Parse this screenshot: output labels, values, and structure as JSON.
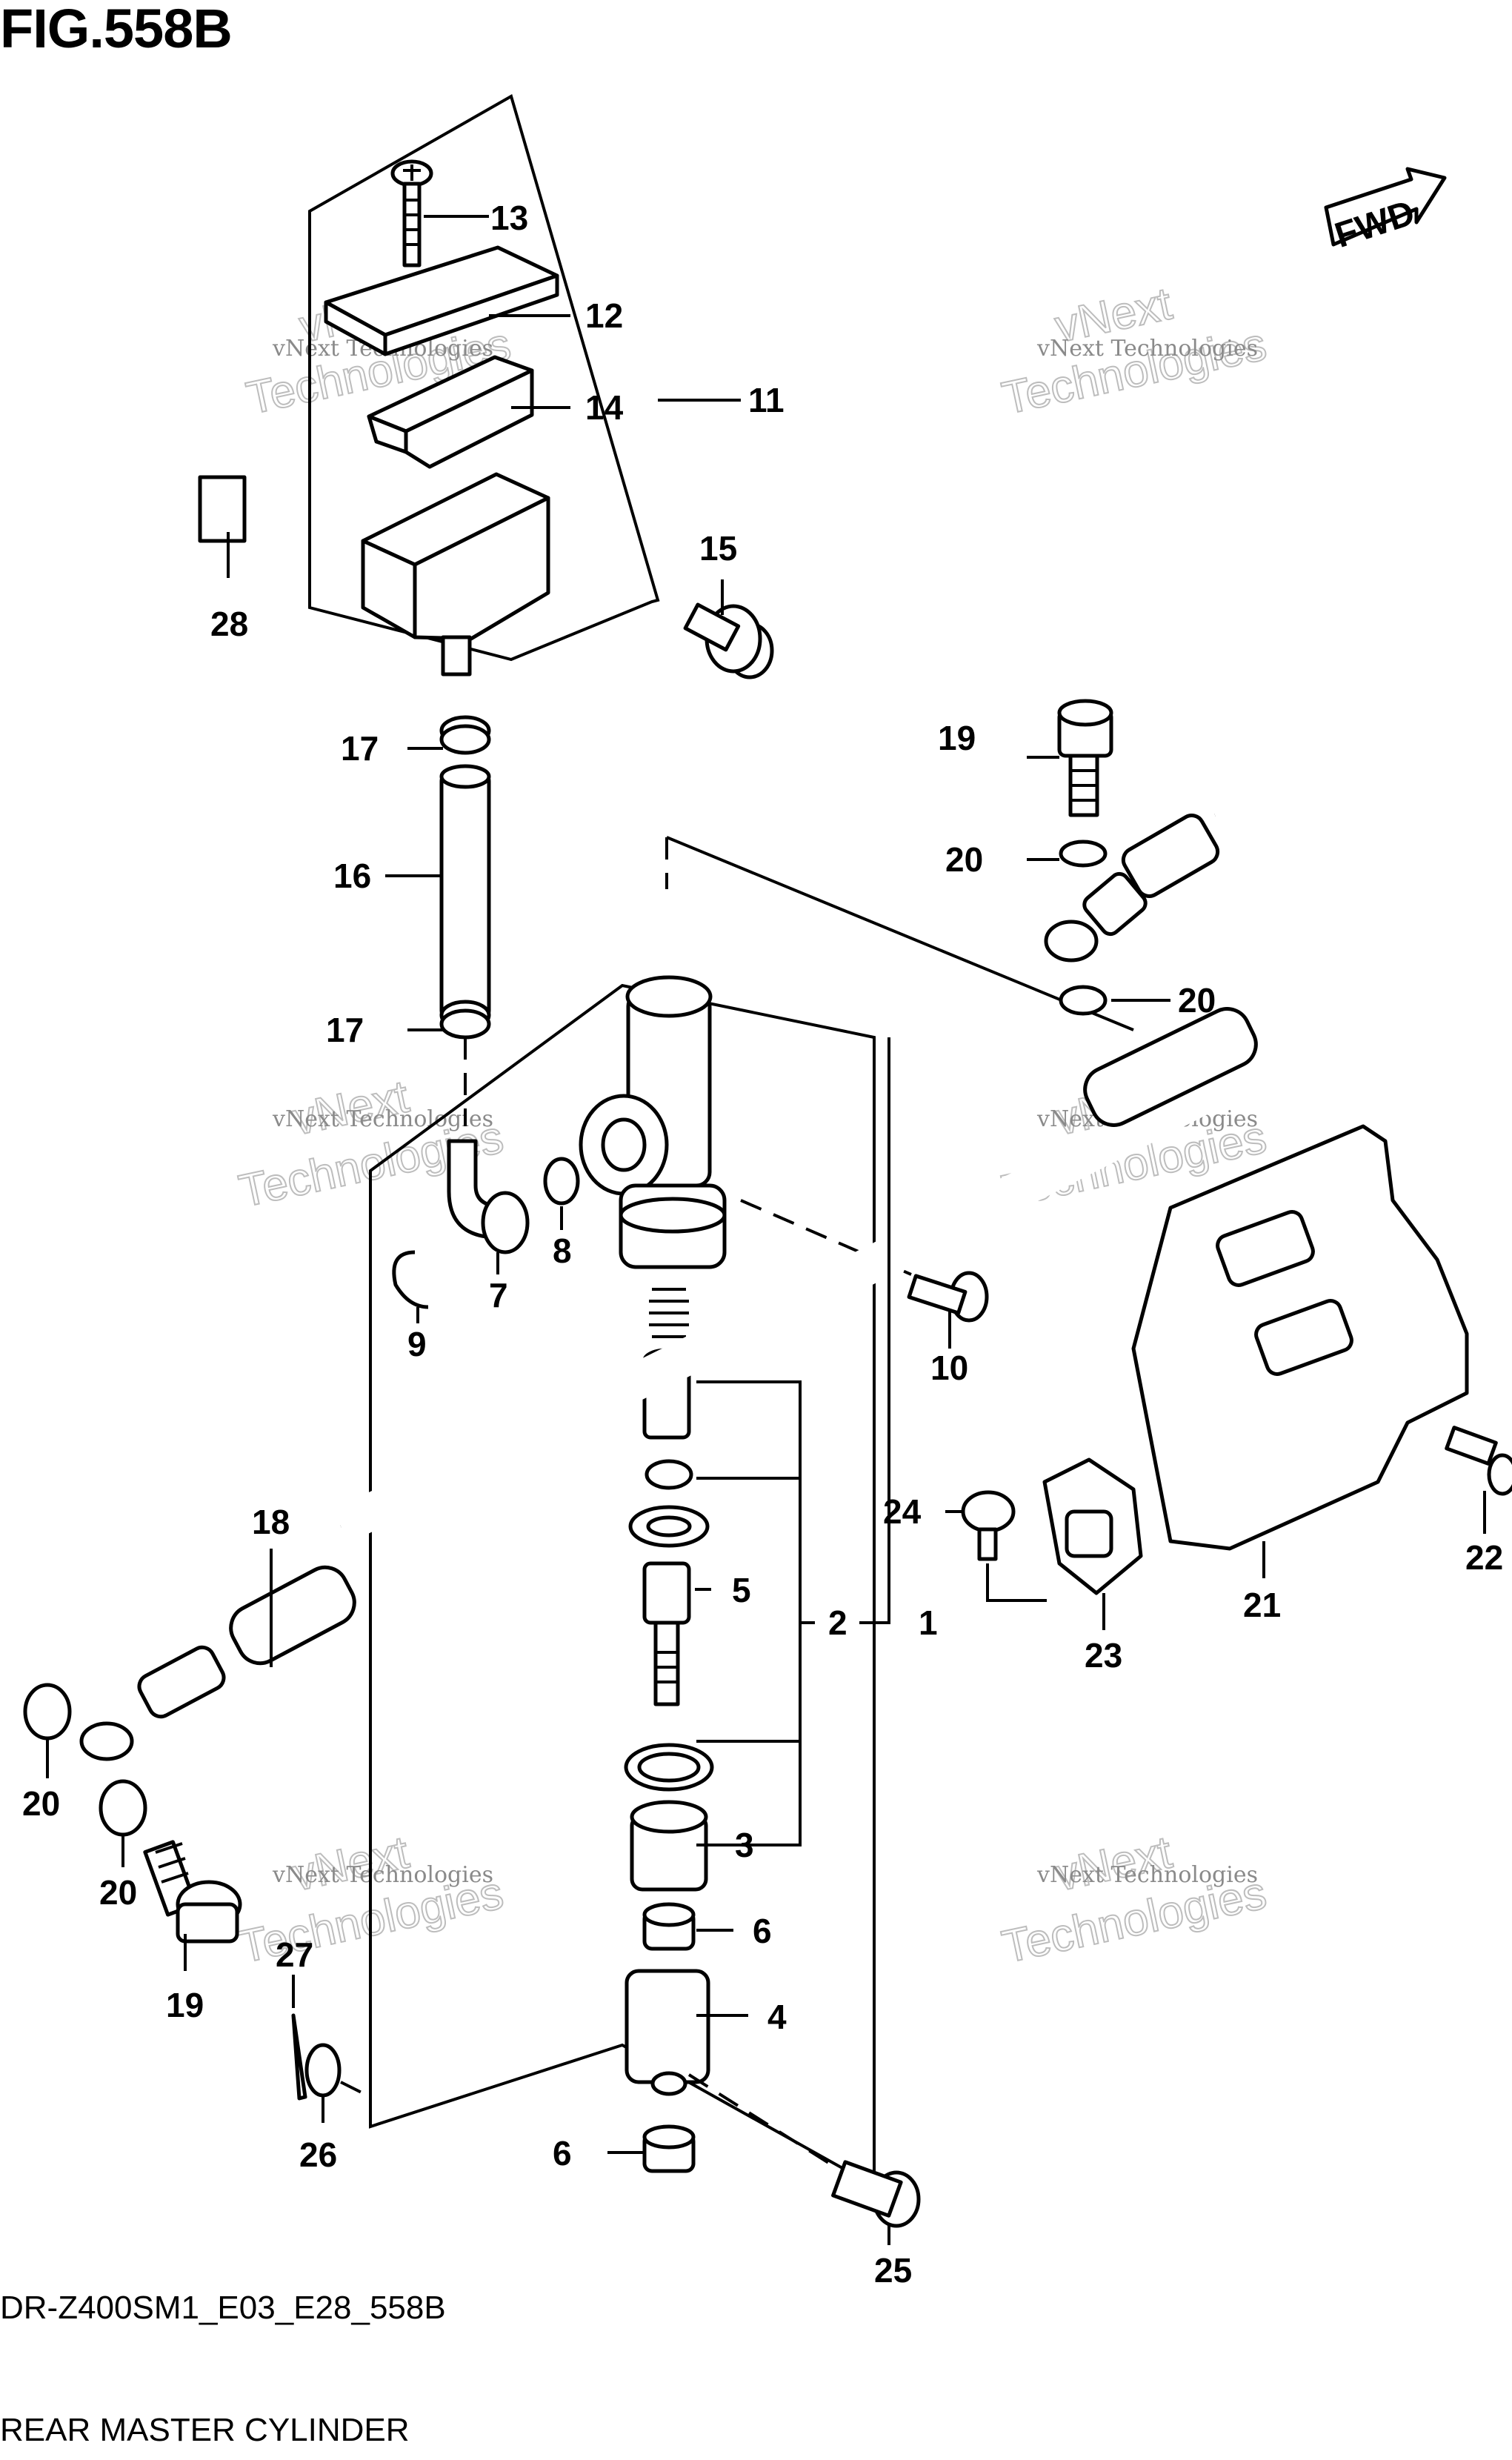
{
  "figure": {
    "title": "FIG.558B",
    "model_code": "DR-Z400SM1_E03_E28_558B",
    "name": "REAR MASTER CYLINDER"
  },
  "watermark": {
    "line1": "vNext Technologies",
    "line2": "vNext",
    "line3": "Technologies"
  },
  "direction_badge": {
    "label": "FWD",
    "icon": "arrow-right-icon"
  },
  "callouts": {
    "c1": "1",
    "c2": "2",
    "c3": "3",
    "c4": "4",
    "c5": "5",
    "c6a": "6",
    "c6b": "6",
    "c7": "7",
    "c8": "8",
    "c9": "9",
    "c10": "10",
    "c11": "11",
    "c12": "12",
    "c13": "13",
    "c14": "14",
    "c15": "15",
    "c16": "16",
    "c17a": "17",
    "c17b": "17",
    "c18": "18",
    "c19a": "19",
    "c19b": "19",
    "c20a": "20",
    "c20b": "20",
    "c20c": "20",
    "c20d": "20",
    "c21": "21",
    "c22": "22",
    "c23": "23",
    "c24": "24",
    "c25": "25",
    "c26": "26",
    "c27": "27",
    "c28": "28"
  }
}
